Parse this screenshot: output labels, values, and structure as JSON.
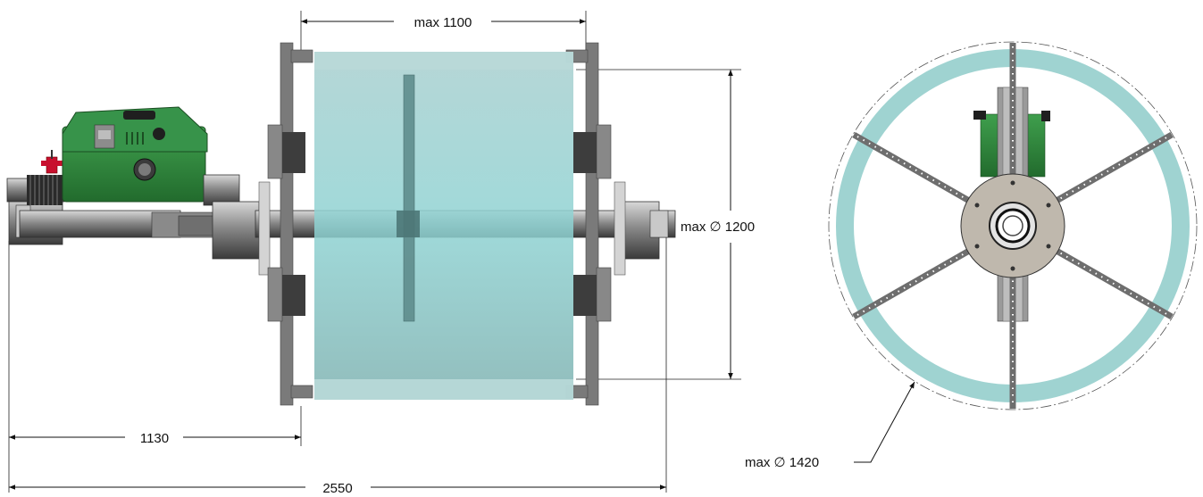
{
  "dimensions": {
    "width_max": "max 1100",
    "diameter_side": "max ∅ 1200",
    "length_to_frame": "1130",
    "total_length": "2550",
    "diameter_front": "max ∅ 1420"
  },
  "colors": {
    "drum_tint": "#8ecfce",
    "motor_green": "#2e8a3c",
    "steel": "#9a9a9a",
    "dark_steel": "#5d5d5d"
  }
}
